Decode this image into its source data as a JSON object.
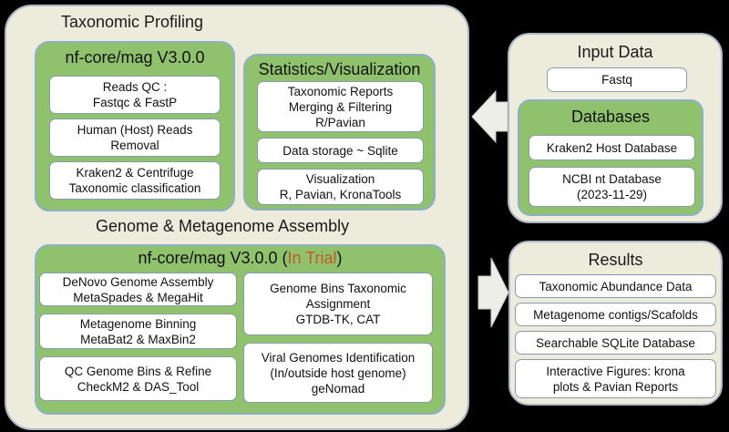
{
  "colors": {
    "background": "#000000",
    "panel_fill": "#ecebdc",
    "group_fill": "#90c26d",
    "card_fill": "#ffffff",
    "trial_text": "#c45a2a",
    "arrow_fill": "#edeee8"
  },
  "left_panel": {
    "title_top": "Taxonomic Profiling",
    "title_mid": "Genome & Metagenome Assembly",
    "profiling_group": {
      "title": "nf-core/mag V3.0.0",
      "cards": [
        [
          "Reads QC :",
          "Fastqc & FastP"
        ],
        [
          "Human (Host) Reads",
          "Removal"
        ],
        [
          "Kraken2 & Centrifuge",
          "Taxonomic classification"
        ]
      ]
    },
    "stats_group": {
      "title": "Statistics/Visualization",
      "cards": [
        [
          "Taxonomic Reports",
          "Merging & Filtering",
          "R/Pavian"
        ],
        [
          "Data storage ~ Sqlite"
        ],
        [
          "Visualization",
          "R, Pavian, KronaTools"
        ]
      ]
    },
    "assembly_group": {
      "title_main": "nf-core/mag V3.0.0 (",
      "title_trial": "In Trial",
      "title_end": ")",
      "cards_left": [
        [
          "DeNovo Genome Assembly",
          "MetaSpades & MegaHit"
        ],
        [
          "Metagenome Binning",
          "MetaBat2 & MaxBin2"
        ],
        [
          "QC Genome Bins & Refine",
          "CheckM2 & DAS_Tool"
        ]
      ],
      "cards_right": [
        [
          "Genome Bins Taxonomic",
          "Assignment",
          "GTDB-TK, CAT"
        ],
        [
          "Viral Genomes Identification",
          "(In/outside host genome)",
          "geNomad"
        ]
      ]
    }
  },
  "input_panel": {
    "title": "Input Data",
    "fastq": "Fastq",
    "databases_group": {
      "title": "Databases",
      "cards": [
        [
          "Kraken2 Host Database"
        ],
        [
          "NCBI nt Database",
          "(2023-11-29)"
        ]
      ]
    }
  },
  "results_panel": {
    "title": "Results",
    "cards": [
      [
        "Taxonomic Abundance Data"
      ],
      [
        "Metagenome contigs/Scafolds"
      ],
      [
        "Searchable SQLite Database"
      ],
      [
        "Interactive Figures: krona",
        "plots & Pavian Reports"
      ]
    ]
  }
}
